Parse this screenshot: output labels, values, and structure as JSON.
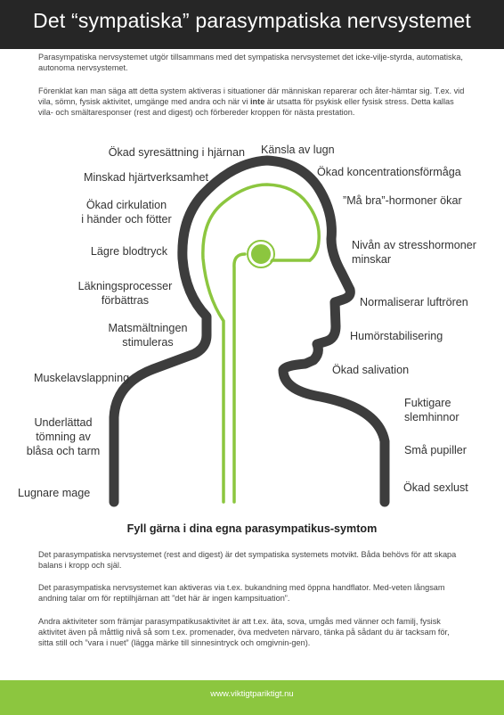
{
  "header": {
    "title": "Det “sympatiska” parasympatiska nervsystemet"
  },
  "intro": {
    "p1": "Parasympatiska nervsystemet utgör tillsammans med det sympatiska nervsystemet det icke-vilje-styrda, automatiska, autonoma nervsystemet.",
    "p2_before": "Förenklat kan man säga att detta system aktiveras i situationer där människan reparerar och åter-hämtar sig. T.ex. vid vila, sömn, fysisk aktivitet, umgänge med andra och när vi ",
    "p2_bold": "inte",
    "p2_after": " är utsatta för psykisk eller fysisk stress. Detta kallas vila- och smältaresponser (rest and digest) och förbereder kroppen för nästa prestation."
  },
  "symptoms": {
    "left": [
      "Ökad syresättning i hjärnan",
      "Minskad hjärtverksamhet",
      "Ökad cirkulation\ni händer och fötter",
      "Lägre blodtryck",
      "Läkningsprocesser\nförbättras",
      "Matsmältningen\nstimuleras",
      "Muskelavslappning",
      "Underlättad\ntömning av\nblåsa och tarm",
      "Lugnare mage"
    ],
    "right": [
      "Känsla av lugn",
      "Ökad koncentrationsförmåga",
      "”Må bra”-hormoner ökar",
      "Nivån av stresshormoner\nminskar",
      "Normaliserar luftrören",
      "Humörstabilisering",
      "Ökad salivation",
      "Fuktigare\nslemhinnor",
      "Små pupiller",
      "Ökad sexlust"
    ]
  },
  "colors": {
    "accent": "#8cc63f",
    "dark": "#262626",
    "outline": "#3d3d3d"
  },
  "section": {
    "title": "Fyll gärna i dina egna parasympatikus-symtom",
    "p1": "Det parasympatiska nervsystemet (rest and digest) är det sympatiska systemets motvikt. Båda behövs för att skapa balans i kropp och själ.",
    "p2": "Det parasympatiska nervsystemet kan aktiveras via t.ex. bukandning med öppna handflator. Med-veten långsam andning talar om för reptilhjärnan att ”det här är ingen kampsituation”.",
    "p3": "Andra aktiviteter som främjar parasympatikusaktivitet är att t.ex. äta, sova, umgås med vänner och familj, fysisk aktivitet även på måttlig nivå så som t.ex. promenader, öva medveten närvaro, tänka på sådant du är tacksam för, sitta still och ”vara i nuet” (lägga märke till sinnesintryck och omgivnin-gen)."
  },
  "footer": {
    "url": "www.viktigtpariktigt.nu"
  }
}
